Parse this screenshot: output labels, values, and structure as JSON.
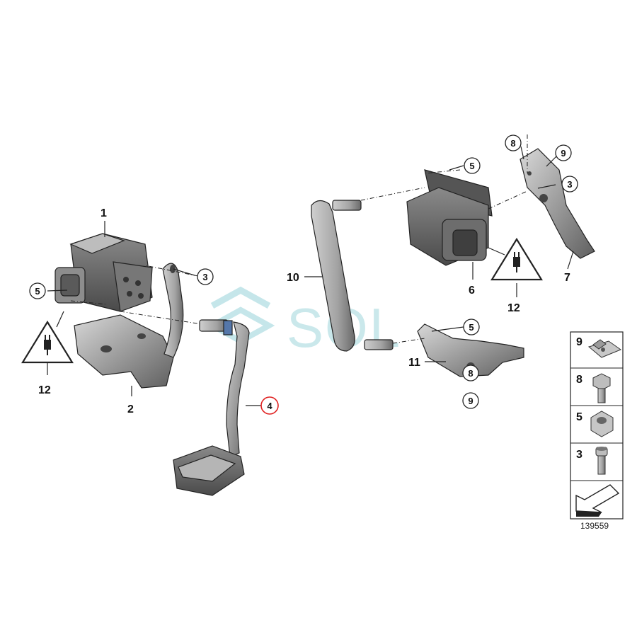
{
  "callouts": {
    "c1": "1",
    "c2": "2",
    "c3a": "3",
    "c4": "4",
    "c5a": "5",
    "c12a": "12",
    "c10": "10",
    "c5b": "5",
    "c6": "6",
    "c12b": "12",
    "c8a": "8",
    "c9a": "9",
    "c3b": "3",
    "c7": "7",
    "c5c": "5",
    "c8b": "8",
    "c11": "11",
    "c9b": "9"
  },
  "legend": {
    "items": [
      {
        "num": "9",
        "icon": "clip-nut-icon"
      },
      {
        "num": "8",
        "icon": "hex-bolt-icon"
      },
      {
        "num": "5",
        "icon": "hex-nut-icon"
      },
      {
        "num": "3",
        "icon": "socket-screw-icon"
      }
    ],
    "arrow_icon": "direction-arrow-icon"
  },
  "document_number": "139559",
  "watermark": "SOL",
  "colors": {
    "highlight_circle": "#e02020",
    "part_fill": "#9a9a9a",
    "part_dark": "#6b6b6b",
    "watermark": "#9fd6dc"
  }
}
